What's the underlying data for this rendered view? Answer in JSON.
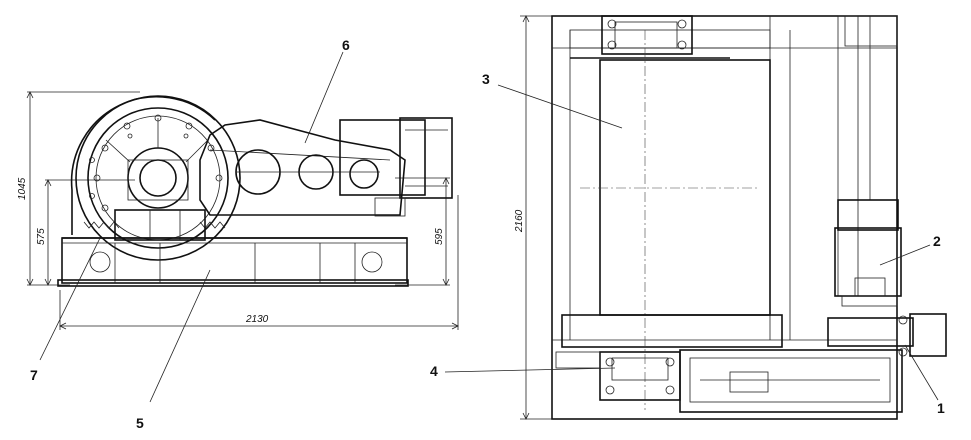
{
  "dimensions": {
    "width_total": "2130",
    "height_total": "1045",
    "axis_height": "575",
    "right_height": "595",
    "length_total": "2160"
  },
  "callouts": [
    "1",
    "2",
    "3",
    "4",
    "5",
    "6",
    "7"
  ]
}
